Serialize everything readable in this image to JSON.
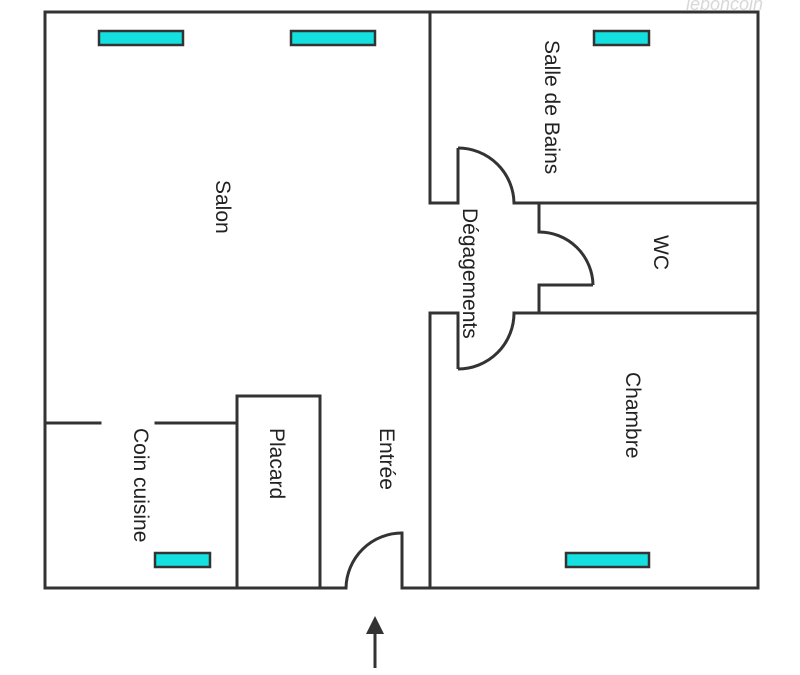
{
  "rooms": {
    "salon": "Salon",
    "salle_de_bains": "Salle de Bains",
    "wc": "WC",
    "degagements": "Dégagements",
    "chambre": "Chambre",
    "coin_cuisine": "Coin cuisine",
    "placard": "Placard",
    "entree": "Entrée"
  },
  "watermark": "leboncoin",
  "colors": {
    "wall": "#333333",
    "window": "#14e0e0",
    "background": "#ffffff"
  }
}
